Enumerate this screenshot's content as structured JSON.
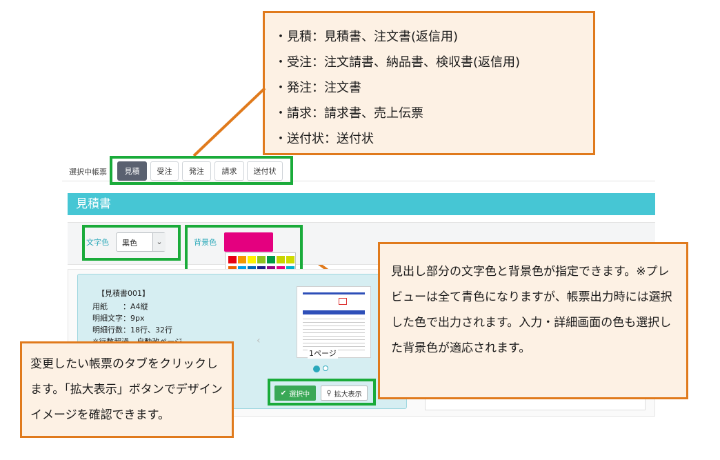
{
  "top_callout": {
    "lines": [
      "・見積：見積書、注文書(返信用)",
      "・受注：注文請書、納品書、検収書(返信用)",
      "・発注：注文書",
      "・請求：請求書、売上伝票",
      "・送付状：送付状"
    ]
  },
  "tabs": {
    "label": "選択中帳票",
    "items": [
      "見積",
      "受注",
      "発注",
      "請求",
      "送付状"
    ],
    "active": "見積"
  },
  "section": {
    "title": "見積書"
  },
  "settings": {
    "text_color_label": "文字色",
    "text_color_value": "黒色",
    "bg_color_label": "背景色",
    "bg_color_hex": "#e4007f",
    "hex_input_value": "#e4007f"
  },
  "palette": {
    "rows": [
      [
        "#e60012",
        "#f39800",
        "#fff100",
        "#8fc31f",
        "#009944",
        "#c8d400",
        "#cfdb00"
      ],
      [
        "#eb6100",
        "#00a0e9",
        "#0068b7",
        "#1d2088",
        "#920783",
        "#e4007f",
        "#00afcc"
      ],
      [
        "#006934",
        "#004098",
        "#601986",
        "#e5004f",
        "#8c0d6a",
        "#d7003a",
        "#0075c2"
      ],
      [
        "#a40035",
        "#e4007f",
        "#c30d23",
        "#000000",
        "#7d7d7d",
        "#c9c9c9",
        "#ffffff"
      ]
    ]
  },
  "preview": {
    "title": "【見積書001】",
    "rows": [
      "用紙　　：A4縦",
      "明細文字：9px",
      "明細行数：18行、32行",
      "※行数超過　自動改ページ"
    ],
    "page_label": "1ページ",
    "select_button": "選択中",
    "zoom_button": "拡大表示"
  },
  "right_callout": {
    "text": "見出し部分の文字色と背景色が指定できます。※プレビューは全て青色になりますが、帳票出力時には選択した色で出力されます。入力・詳細画面の色も選択した背景色が適応されます。"
  },
  "left_callout": {
    "text": "変更したい帳票のタブをクリックします。「拡大表示」ボタンでデザインイメージを確認できます。"
  },
  "colors": {
    "accent_orange": "#e07a1c",
    "highlight_green": "#1aab3a",
    "section_cyan": "#46c6d4",
    "active_tab": "#5a6170"
  }
}
